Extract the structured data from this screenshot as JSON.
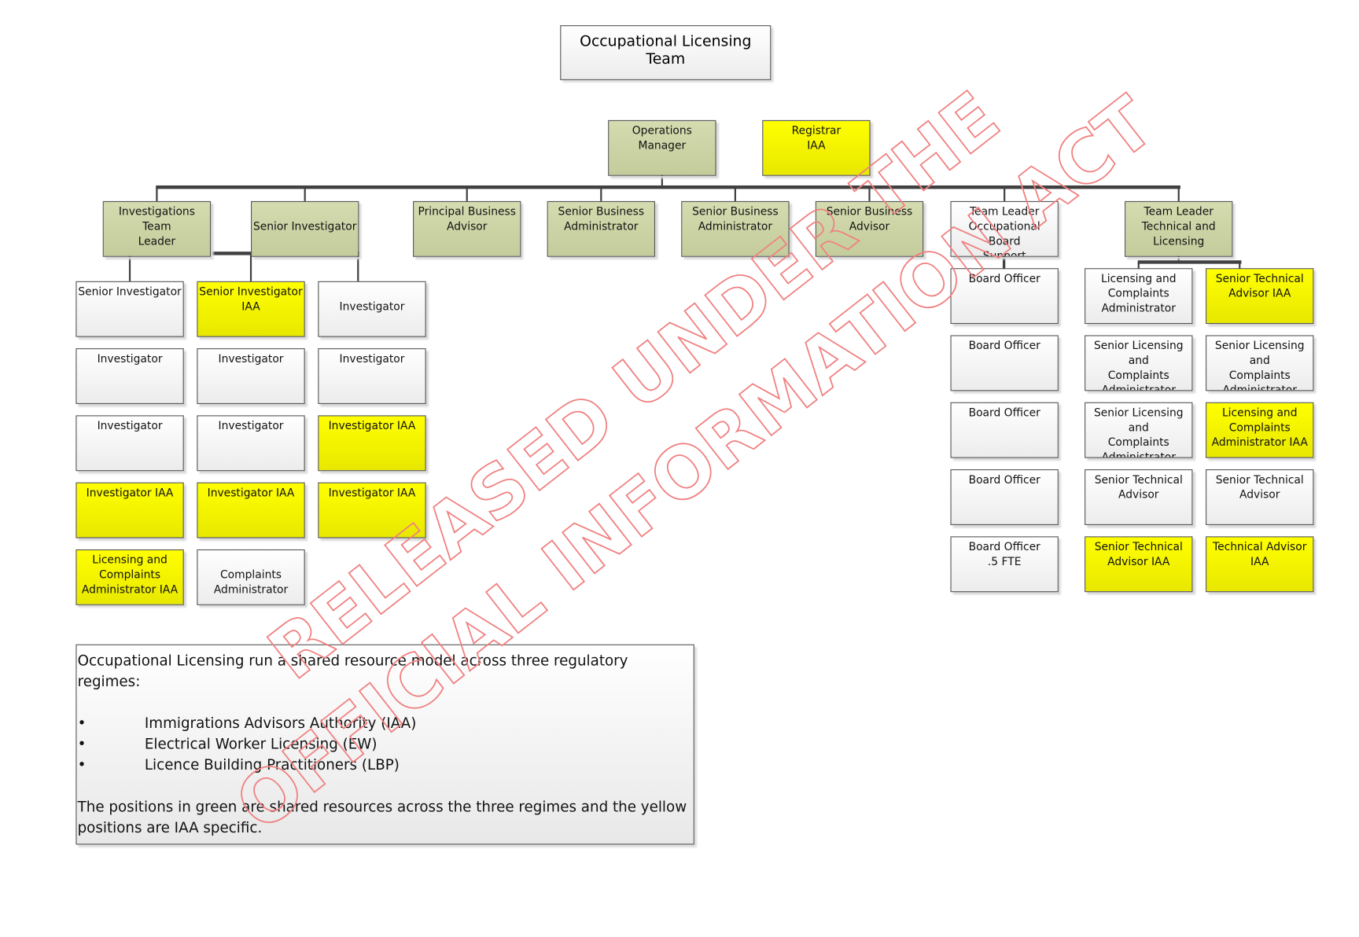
{
  "title": "Occupational Licensing Team",
  "watermark": [
    "RELEASED UNDER THE",
    "OFFICIAL INFORMATION ACT"
  ],
  "colors": {
    "shared_green": "#c9d1a3",
    "iaa_yellow": "#ffff00",
    "neutral": "#f2f2f2",
    "watermark": "#f08080"
  },
  "top": [
    {
      "label": "Operations Manager",
      "color": "green"
    },
    {
      "label": "Registrar\nIAA",
      "color": "yellow"
    }
  ],
  "level2": [
    {
      "label": "Investigations Team\nLeader",
      "color": "green"
    },
    {
      "label": "\nSenior Investigator",
      "color": "green"
    },
    {
      "label": "Principal Business\nAdvisor",
      "color": "green"
    },
    {
      "label": "Senior Business\nAdministrator",
      "color": "green"
    },
    {
      "label": "Senior Business\nAdministrator",
      "color": "green"
    },
    {
      "label": "Senior Business\nAdvisor",
      "color": "green"
    },
    {
      "label": "Team Leader\nOccupational Board\nSupport",
      "color": "white"
    },
    {
      "label": "Team Leader\nTechnical and\nLicensing",
      "color": "green"
    }
  ],
  "investigations": [
    {
      "label": "Senior Investigator",
      "color": "white"
    },
    {
      "label": "Senior Investigator\nIAA",
      "color": "yellow"
    },
    {
      "label": "\nInvestigator",
      "color": "white"
    },
    {
      "label": "Investigator",
      "color": "white"
    },
    {
      "label": "Investigator",
      "color": "white"
    },
    {
      "label": "Investigator",
      "color": "white"
    },
    {
      "label": "Investigator",
      "color": "white"
    },
    {
      "label": "Investigator",
      "color": "white"
    },
    {
      "label": "Investigator IAA",
      "color": "yellow"
    },
    {
      "label": "Investigator IAA",
      "color": "yellow"
    },
    {
      "label": "Investigator IAA",
      "color": "yellow"
    },
    {
      "label": "Investigator IAA",
      "color": "yellow"
    },
    {
      "label": "Licensing and\nComplaints\nAdministrator IAA",
      "color": "yellow"
    },
    {
      "label": "\nComplaints\nAdministrator",
      "color": "white"
    }
  ],
  "board_support": [
    {
      "label": "Board Officer",
      "color": "white"
    },
    {
      "label": "Board Officer",
      "color": "white"
    },
    {
      "label": "Board Officer",
      "color": "white"
    },
    {
      "label": "Board Officer",
      "color": "white"
    },
    {
      "label": "Board Officer\n.5 FTE",
      "color": "white"
    }
  ],
  "technical_licensing": [
    {
      "label": "Licensing and\nComplaints\nAdministrator",
      "color": "white"
    },
    {
      "label": "Senior Technical\nAdvisor IAA",
      "color": "yellow"
    },
    {
      "label": "Senior Licensing and\nComplaints\nAdministrator",
      "color": "white"
    },
    {
      "label": "Senior Licensing and\nComplaints\nAdministrator",
      "color": "white"
    },
    {
      "label": "Senior Licensing and\nComplaints\nAdministrator",
      "color": "white"
    },
    {
      "label": "Licensing and\nComplaints\nAdministrator IAA",
      "color": "yellow"
    },
    {
      "label": "Senior Technical\nAdvisor",
      "color": "white"
    },
    {
      "label": "Senior Technical\nAdvisor",
      "color": "white"
    },
    {
      "label": "Senior Technical\nAdvisor IAA",
      "color": "yellow"
    },
    {
      "label": "Technical Advisor\nIAA",
      "color": "yellow"
    }
  ],
  "note": {
    "intro": "Occupational Licensing run a shared resource model across three regulatory regimes:",
    "bullet": "•",
    "regimes": [
      "Immigrations Advisors Authority (IAA)",
      "Electrical Worker Licensing (EW)",
      "Licence Building Practitioners (LBP)"
    ],
    "footer": "The positions in green are shared resources across the three regimes and the yellow positions are IAA specific."
  }
}
